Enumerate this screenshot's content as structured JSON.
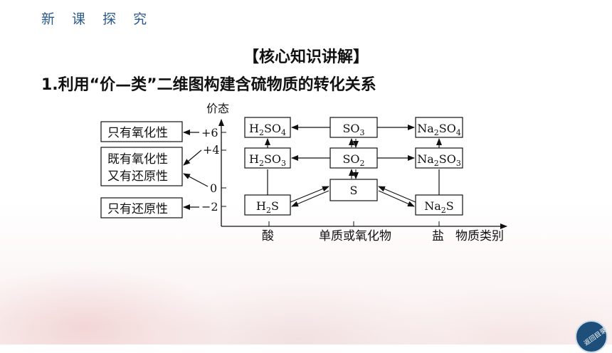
{
  "header": {
    "section_title": "新 课 探 究"
  },
  "subtitle": "【核心知识讲解】",
  "heading": "1.利用“价—类”二维图构建含硫物质的转化关系",
  "diagram": {
    "y_axis_label": "价态",
    "x_axis_label": "物质类别",
    "valence_ticks": [
      "+6",
      "+4",
      "0",
      "−2"
    ],
    "categories": [
      "酸",
      "单质或氧化物",
      "盐"
    ],
    "properties": {
      "oxidizing_only": "只有氧化性",
      "both_line1": "既有氧化性",
      "both_line2": "又有还原性",
      "reducing_only": "只有还原性"
    },
    "compounds": {
      "h2so4": {
        "a": "H",
        "sub1": "2",
        "b": "SO",
        "sub2": "4"
      },
      "so3": {
        "a": "SO",
        "sub1": "3"
      },
      "na2so4": {
        "a": "Na",
        "sub1": "2",
        "b": "SO",
        "sub2": "4"
      },
      "h2so3": {
        "a": "H",
        "sub1": "2",
        "b": "SO",
        "sub2": "3"
      },
      "so2": {
        "a": "SO",
        "sub1": "2"
      },
      "na2so3": {
        "a": "Na",
        "sub1": "2",
        "b": "SO",
        "sub2": "3"
      },
      "s": {
        "a": "S"
      },
      "h2s": {
        "a": "H",
        "sub1": "2",
        "b": "S"
      },
      "na2s": {
        "a": "Na",
        "sub1": "2",
        "b": "S"
      }
    }
  },
  "nav": {
    "back_label": "返回目录"
  }
}
